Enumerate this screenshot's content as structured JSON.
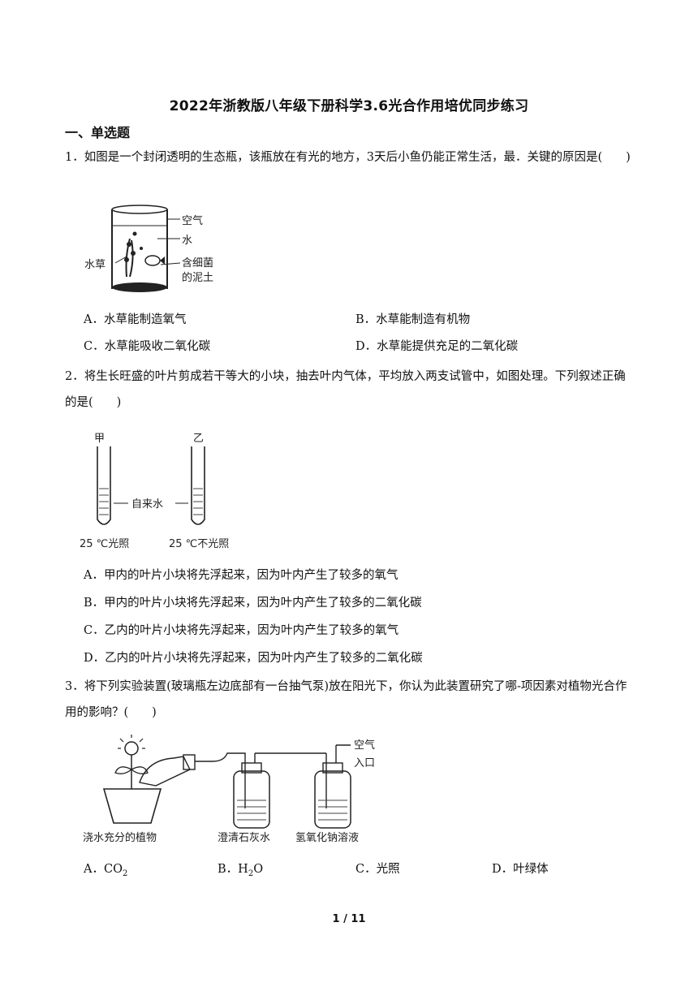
{
  "title": "2022年浙教版八年级下册科学3.6光合作用培优同步练习",
  "section": "一、单选题",
  "questions": [
    {
      "stem": "1．如图是一个封闭透明的生态瓶，该瓶放在有光的地方，3天后小鱼仍能正常生活，最．关键的原因是(　　)",
      "figure_labels": [
        "空气",
        "水",
        "水草",
        "含细菌",
        "的泥土"
      ],
      "options": [
        "A．水草能制造氧气",
        "B．水草能制造有机物",
        "C．水草能吸收二氧化碳",
        "D．水草能提供充足的二氧化碳"
      ]
    },
    {
      "stem": "2．将生长旺盛的叶片剪成若干等大的小块，抽去叶内气体，平均放入两支试管中，如图处理。下列叙述正确的是(　　)",
      "figure_labels": [
        "甲",
        "乙",
        "自来水",
        "25 ℃光照",
        "25 ℃不光照"
      ],
      "options": [
        "A．甲内的叶片小块将先浮起来，因为叶内产生了较多的氧气",
        "B．甲内的叶片小块将先浮起来，因为叶内产生了较多的二氧化碳",
        "C．乙内的叶片小块将先浮起来，因为叶内产生了较多的氧气",
        "D．乙内的叶片小块将先浮起来，因为叶内产生了较多的二氧化碳"
      ]
    },
    {
      "stem": "3．将下列实验装置(玻璃瓶左边底部有一台抽气泵)放在阳光下，你认为此装置研究了哪-项因素对植物光合作用的影响？(　　)",
      "figure_labels": [
        "空气",
        "入口",
        "浇水充分的植物",
        "澄清石灰水",
        "氢氧化钠溶液"
      ],
      "options": [
        "A．CO",
        "B．H",
        "C．光照",
        "D．叶绿体"
      ],
      "option_subs": [
        "2",
        "2"
      ],
      "option_tails": [
        "",
        "O"
      ]
    }
  ],
  "page_number": "1 / 11"
}
